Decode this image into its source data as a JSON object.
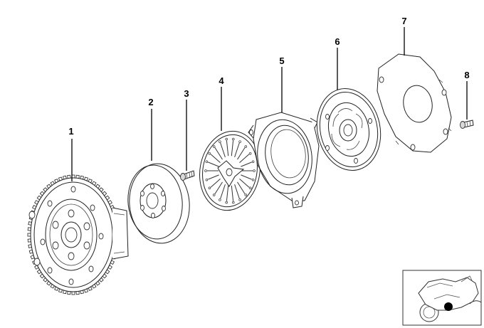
{
  "callouts": [
    {
      "id": "1",
      "label": "1"
    },
    {
      "id": "2",
      "label": "2"
    },
    {
      "id": "3",
      "label": "3"
    },
    {
      "id": "4",
      "label": "4"
    },
    {
      "id": "5",
      "label": "5"
    },
    {
      "id": "6",
      "label": "6"
    },
    {
      "id": "7",
      "label": "7"
    },
    {
      "id": "8",
      "label": "8"
    }
  ],
  "parts": [
    {
      "callout": "1",
      "icon": "flywheel-ring-gear"
    },
    {
      "callout": "2",
      "icon": "clutch-disc-plate"
    },
    {
      "callout": "3",
      "icon": "bolt"
    },
    {
      "callout": "4",
      "icon": "diaphragm-spring"
    },
    {
      "callout": "5",
      "icon": "pressure-plate"
    },
    {
      "callout": "6",
      "icon": "clutch-disc"
    },
    {
      "callout": "7",
      "icon": "cover-plate"
    },
    {
      "callout": "8",
      "icon": "screw"
    }
  ],
  "thumbnail": {
    "icon": "motorcycle-location-icon",
    "marker_color": "#000000"
  }
}
